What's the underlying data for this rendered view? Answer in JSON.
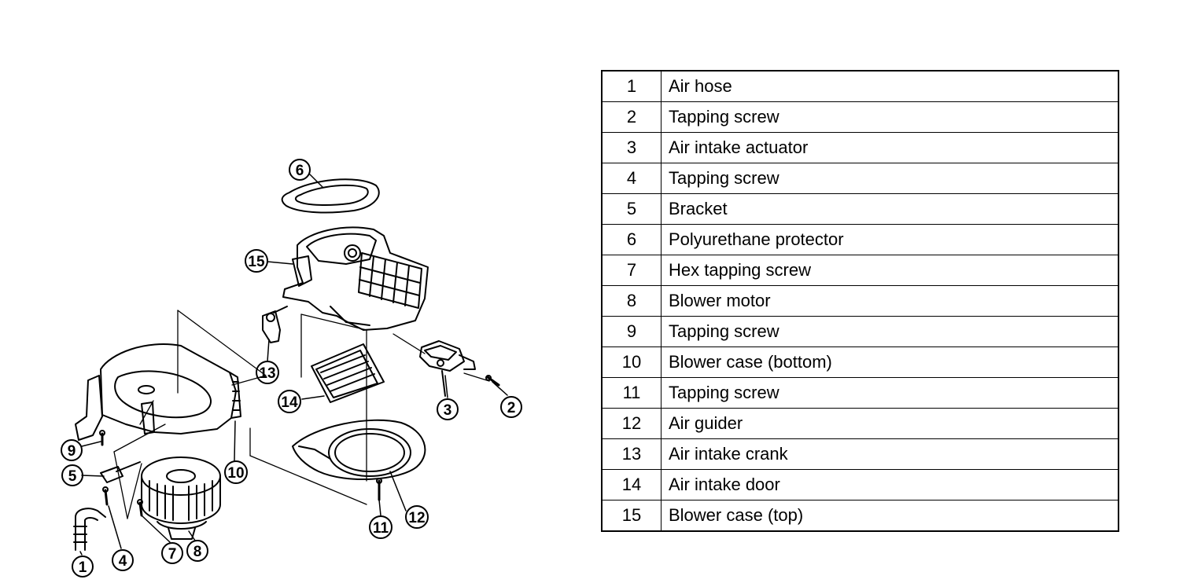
{
  "legend": [
    {
      "number": "1",
      "label": "Air hose"
    },
    {
      "number": "2",
      "label": "Tapping screw"
    },
    {
      "number": "3",
      "label": "Air intake actuator"
    },
    {
      "number": "4",
      "label": "Tapping screw"
    },
    {
      "number": "5",
      "label": "Bracket"
    },
    {
      "number": "6",
      "label": "Polyurethane protector"
    },
    {
      "number": "7",
      "label": "Hex tapping screw"
    },
    {
      "number": "8",
      "label": "Blower motor"
    },
    {
      "number": "9",
      "label": "Tapping screw"
    },
    {
      "number": "10",
      "label": "Blower case (bottom)"
    },
    {
      "number": "11",
      "label": "Tapping screw"
    },
    {
      "number": "12",
      "label": "Air guider"
    },
    {
      "number": "13",
      "label": "Air intake crank"
    },
    {
      "number": "14",
      "label": "Air intake door"
    },
    {
      "number": "15",
      "label": "Blower case (top)"
    }
  ],
  "callouts": [
    {
      "number": "1",
      "part": "air-hose"
    },
    {
      "number": "2",
      "part": "tapping-screw"
    },
    {
      "number": "3",
      "part": "air-intake-actuator"
    },
    {
      "number": "4",
      "part": "tapping-screw"
    },
    {
      "number": "5",
      "part": "bracket"
    },
    {
      "number": "6",
      "part": "polyurethane-protector"
    },
    {
      "number": "7",
      "part": "hex-tapping-screw"
    },
    {
      "number": "8",
      "part": "blower-motor"
    },
    {
      "number": "9",
      "part": "tapping-screw"
    },
    {
      "number": "10",
      "part": "blower-case-bottom"
    },
    {
      "number": "11",
      "part": "tapping-screw"
    },
    {
      "number": "12",
      "part": "air-guider"
    },
    {
      "number": "13",
      "part": "air-intake-crank"
    },
    {
      "number": "14",
      "part": "air-intake-door"
    },
    {
      "number": "15",
      "part": "blower-case-top"
    }
  ]
}
